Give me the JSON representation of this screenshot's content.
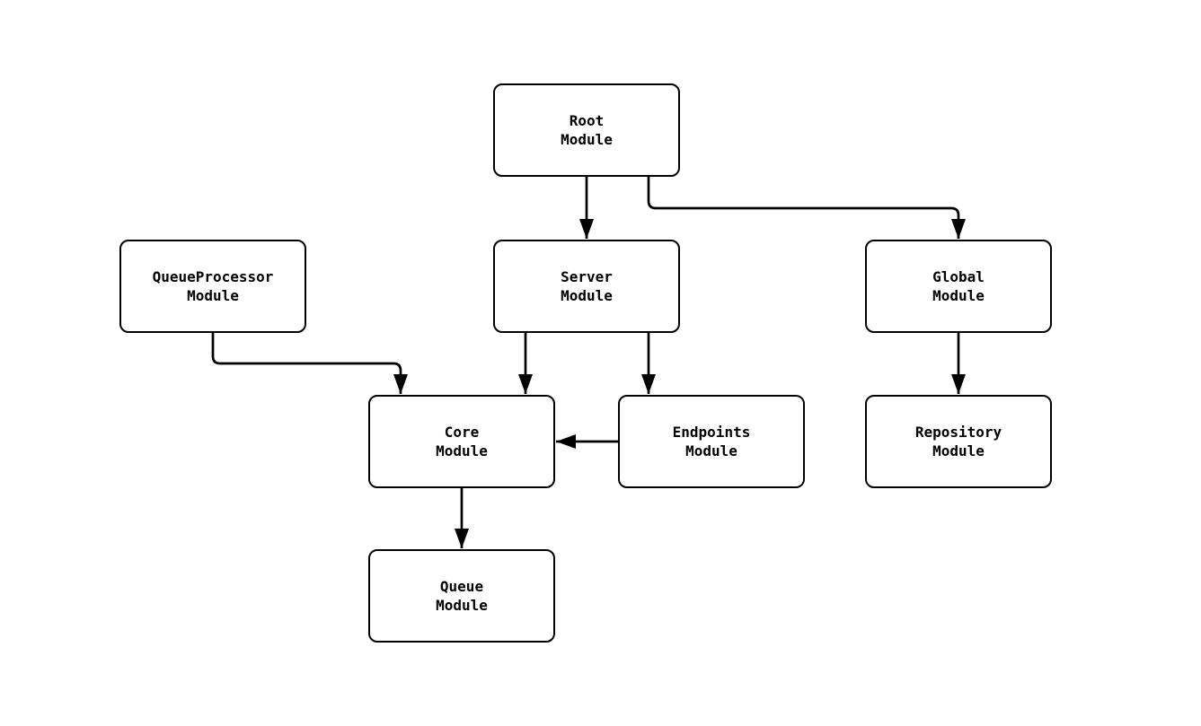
{
  "diagram": {
    "kind": "module-dependency-flowchart",
    "background_color": "#ffffff",
    "node_fill_color": "#ffffff",
    "node_border_color": "#000000",
    "edge_color": "#000000",
    "nodes": [
      {
        "id": "root",
        "label": "Root\nModule"
      },
      {
        "id": "queueprocessor",
        "label": "QueueProcessor\nModule"
      },
      {
        "id": "server",
        "label": "Server\nModule"
      },
      {
        "id": "global",
        "label": "Global\nModule"
      },
      {
        "id": "core",
        "label": "Core\nModule"
      },
      {
        "id": "endpoints",
        "label": "Endpoints\nModule"
      },
      {
        "id": "repository",
        "label": "Repository\nModule"
      },
      {
        "id": "queue",
        "label": "Queue\nModule"
      }
    ],
    "edges": [
      {
        "from": "root",
        "to": "server"
      },
      {
        "from": "root",
        "to": "global"
      },
      {
        "from": "queueprocessor",
        "to": "core"
      },
      {
        "from": "server",
        "to": "core"
      },
      {
        "from": "server",
        "to": "endpoints"
      },
      {
        "from": "endpoints",
        "to": "core"
      },
      {
        "from": "global",
        "to": "repository"
      },
      {
        "from": "core",
        "to": "queue"
      }
    ]
  }
}
